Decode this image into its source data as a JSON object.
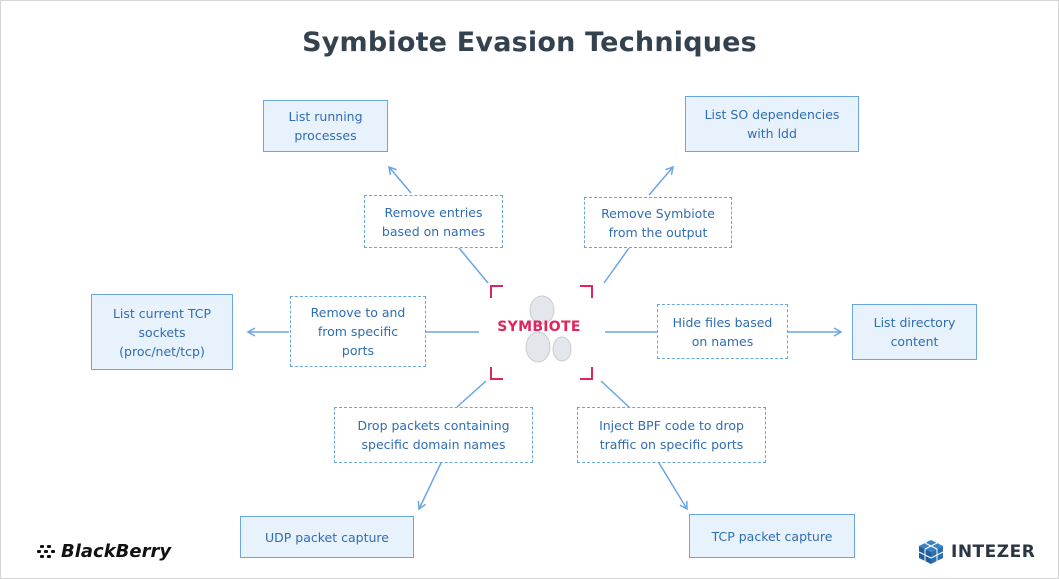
{
  "title": "Symbiote Evasion Techniques",
  "center": {
    "label": "SYMBIOTE"
  },
  "targets": {
    "list_processes": "List running\nprocesses",
    "list_so": "List SO dependencies\nwith ldd",
    "list_tcp": "List current TCP\nsockets\n(proc/net/tcp)",
    "list_dir": "List directory\ncontent",
    "udp_capture": "UDP packet capture",
    "tcp_capture": "TCP packet capture"
  },
  "techniques": {
    "remove_entries": "Remove entries\nbased on names",
    "remove_symbiote": "Remove Symbiote\nfrom the output",
    "remove_ports": "Remove to and\nfrom specific\nports",
    "hide_files": "Hide files based\non names",
    "drop_packets": "Drop packets containing\nspecific domain names",
    "inject_bpf": "Inject BPF code to drop\ntraffic on specific ports"
  },
  "logos": {
    "left": "BlackBerry",
    "right": "INTEZER"
  },
  "colors": {
    "box_border": "#6aa6e2",
    "box_fill": "#e8f2fc",
    "text_blue": "#2f6db3",
    "accent_pink": "#e0245e",
    "title": "#34414f"
  }
}
